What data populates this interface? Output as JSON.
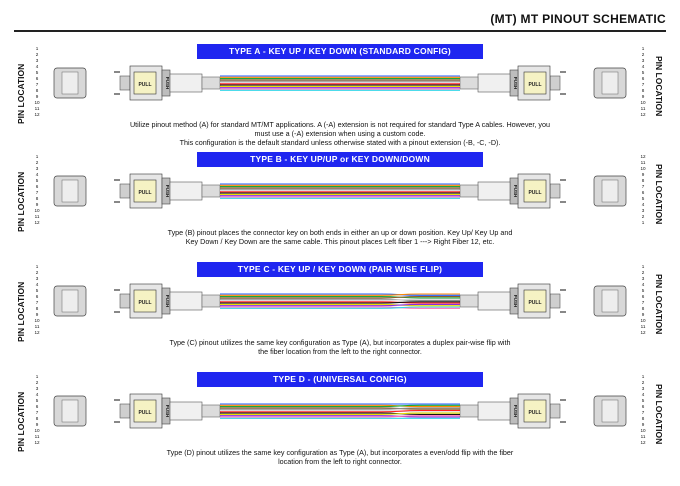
{
  "page_title": "(MT) MT PINOUT SCHEMATIC",
  "pin_location_label": "PIN LOCATION",
  "push_label": "PUSH",
  "pull_label": "PULL",
  "fiber_colors": [
    "#1f5cff",
    "#ff8a00",
    "#19a83a",
    "#8b5a2b",
    "#8a8a8a",
    "#ffffff",
    "#ff2020",
    "#111111",
    "#e8e000",
    "#8a2be2",
    "#ff6fb7",
    "#33d6e8"
  ],
  "sections": [
    {
      "banner": "TYPE A - KEY UP / KEY DOWN (STANDARD CONFIG)",
      "left_pins": [
        "1",
        "2",
        "3",
        "4",
        "5",
        "6",
        "7",
        "8",
        "9",
        "10",
        "11",
        "12"
      ],
      "right_pins": [
        "1",
        "2",
        "3",
        "4",
        "5",
        "6",
        "7",
        "8",
        "9",
        "10",
        "11",
        "12"
      ],
      "caption": [
        "Utilize pinout method (A) for standard MT/MT applications. A (-A) extension is not required for standard Type A cables. However, you",
        "must use a (-A) extension when using a custom code.",
        "This configuration is the default standard unless otherwise stated with a pinout extension (-B, -C, -D)."
      ],
      "mapping": [
        1,
        2,
        3,
        4,
        5,
        6,
        7,
        8,
        9,
        10,
        11,
        12
      ]
    },
    {
      "banner": "TYPE B - KEY UP/UP or KEY DOWN/DOWN",
      "left_pins": [
        "1",
        "2",
        "3",
        "4",
        "5",
        "6",
        "7",
        "8",
        "9",
        "10",
        "11",
        "12"
      ],
      "right_pins": [
        "12",
        "11",
        "10",
        "9",
        "8",
        "7",
        "6",
        "5",
        "4",
        "3",
        "2",
        "1"
      ],
      "caption": [
        "Type (B) pinout places the connector key on both ends in either an up or down position. Key Up/ Key Up and",
        "Key Down / Key Down are the same cable. This pinout places Left fiber 1 ---> Right Fiber 12, etc."
      ],
      "mapping": [
        1,
        2,
        3,
        4,
        5,
        6,
        7,
        8,
        9,
        10,
        11,
        12
      ]
    },
    {
      "banner": "TYPE C - KEY UP / KEY DOWN (PAIR WISE FLIP)",
      "left_pins": [
        "1",
        "2",
        "3",
        "4",
        "5",
        "6",
        "7",
        "8",
        "9",
        "10",
        "11",
        "12"
      ],
      "right_pins": [
        "1",
        "2",
        "3",
        "4",
        "5",
        "6",
        "7",
        "8",
        "9",
        "10",
        "11",
        "12"
      ],
      "caption": [
        "Type (C) pinout utilizes the same key configuration as Type (A), but incorporates a duplex pair-wise flip with",
        "the fiber location from the left to the right connector."
      ],
      "mapping": [
        2,
        1,
        4,
        3,
        6,
        5,
        8,
        7,
        10,
        9,
        12,
        11
      ]
    },
    {
      "banner": "TYPE D - (UNIVERSAL CONFIG)",
      "left_pins": [
        "1",
        "2",
        "3",
        "4",
        "5",
        "6",
        "7",
        "8",
        "9",
        "10",
        "11",
        "12"
      ],
      "right_pins": [
        "1",
        "2",
        "3",
        "4",
        "5",
        "6",
        "7",
        "8",
        "9",
        "10",
        "11",
        "12"
      ],
      "caption": [
        "Type (D) pinout utilizes the same key configuration as Type (A), but incorporates a even/odd flip with the fiber",
        "location from the left to right connector."
      ],
      "mapping": [
        1,
        3,
        2,
        5,
        4,
        7,
        6,
        9,
        8,
        11,
        10,
        12
      ]
    }
  ]
}
